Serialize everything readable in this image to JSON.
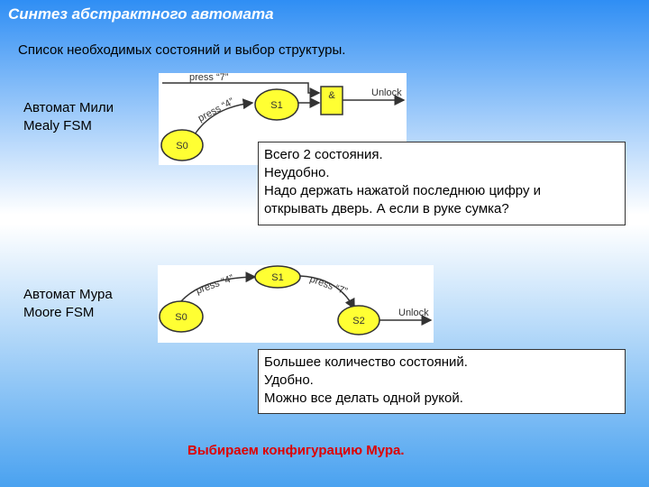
{
  "title": "Синтез абстрактного автомата",
  "subtitle": "Список необходимых состояний и выбор структуры.",
  "mealy": {
    "label_ru": "Автомат Мили",
    "label_en": "Mealy FSM",
    "diagram": {
      "press7": "press “7”",
      "press4": "press “4”",
      "s0": "S0",
      "s1": "S1",
      "and_gate": "&",
      "unlock": "Unlock"
    },
    "note": [
      "Всего 2 состояния.",
      "Неудобно.",
      "Надо держать нажатой последнюю цифру и",
      "открывать дверь. А если в руке сумка?"
    ]
  },
  "moore": {
    "label_ru": "Автомат Мура",
    "label_en": "Moore FSM",
    "diagram": {
      "press4": "press “4”",
      "press7": "press “7”",
      "s0": "S0",
      "s1": "S1",
      "s2": "S2",
      "unlock": "Unlock"
    },
    "note": [
      "Большее количество состояний.",
      "Удобно.",
      "Можно все делать одной рукой."
    ]
  },
  "conclusion": "Выбираем конфигурацию Мура.",
  "colors": {
    "state_fill": "#ffff33",
    "state_stroke": "#333333",
    "conclusion": "#dd0000"
  }
}
